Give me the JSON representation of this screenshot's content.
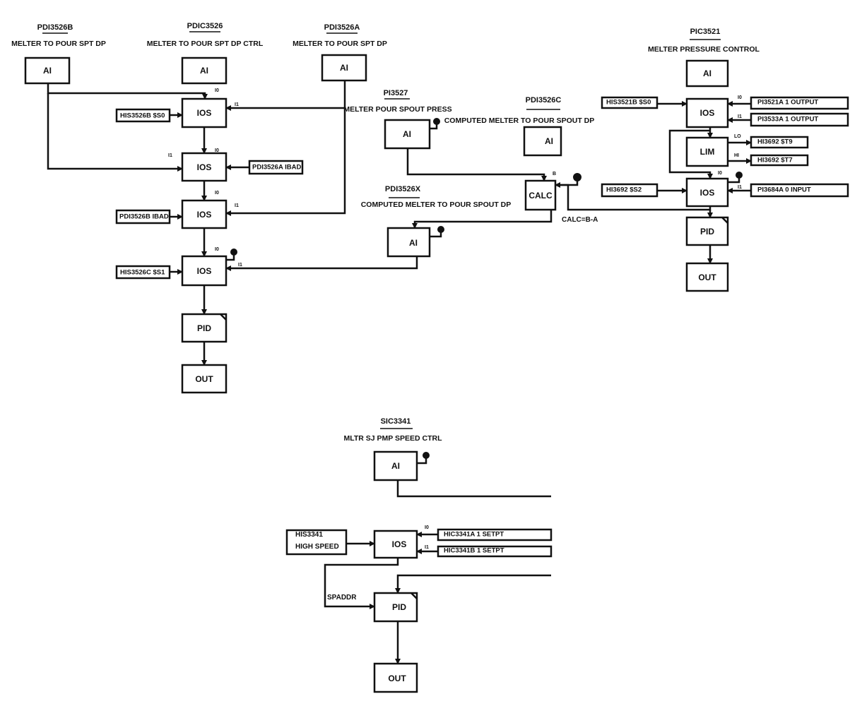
{
  "groups": {
    "pdi3526b": {
      "tag": "PDI3526B",
      "desc": "MELTER TO POUR SPT DP"
    },
    "pdic3526": {
      "tag": "PDIC3526",
      "desc": "MELTER TO POUR SPT DP CTRL"
    },
    "pdi3526a": {
      "tag": "PDI3526A",
      "desc": "MELTER TO POUR SPT DP"
    },
    "pi3527": {
      "tag": "PI3527",
      "desc": "MELTER POUR SPOUT PRESS"
    },
    "pdi3526c": {
      "tag": "PDI3526C",
      "desc": "COMPUTED MELTER TO POUR SPOUT DP"
    },
    "pdi3526x": {
      "tag": "PDI3526X",
      "desc": "COMPUTED MELTER TO POUR SPOUT DP"
    },
    "pic3521": {
      "tag": "PIC3521",
      "desc": "MELTER PRESSURE CONTROL"
    },
    "sic3341": {
      "tag": "SIC3341",
      "desc": "MLTR SJ PMP SPEED CTRL"
    }
  },
  "blocks": {
    "ai": "AI",
    "ios": "IOS",
    "pid": "PID",
    "out": "OUT",
    "calc": "CALC",
    "lim": "LIM"
  },
  "inputs": {
    "his3526b_s0": "HIS3526B $S0",
    "pdi3526a_ibad": "PDI3526A IBAD",
    "pdi3526b_ibad": "PDI3526B IBAD",
    "his3526c_s1": "HIS3526C $S1",
    "his3521b_s0": "HIS3521B $S0",
    "pi3521a_output": "PI3521A 1 OUTPUT",
    "pi3533a_output": "PI3533A 1 OUTPUT",
    "hi3692_t9": "HI3692 $T9",
    "hi3692_t7": "HI3692 $T7",
    "hi3692_s2": "HI3692 $S2",
    "pi3684a_input": "PI3684A 0 INPUT",
    "his3341": "HIS3341",
    "high_speed": "HIGH SPEED",
    "hic3341a_setpt": "HIC3341A 1 SETPT",
    "hic3341b_setpt": "HIC3341B 1 SETPT"
  },
  "ports": {
    "i0": "I0",
    "i1": "I1",
    "b": "B",
    "lo": "LO",
    "hi": "HI"
  },
  "annotations": {
    "calc_expr": "CALC=B-A",
    "spaddr": "SPADDR"
  }
}
